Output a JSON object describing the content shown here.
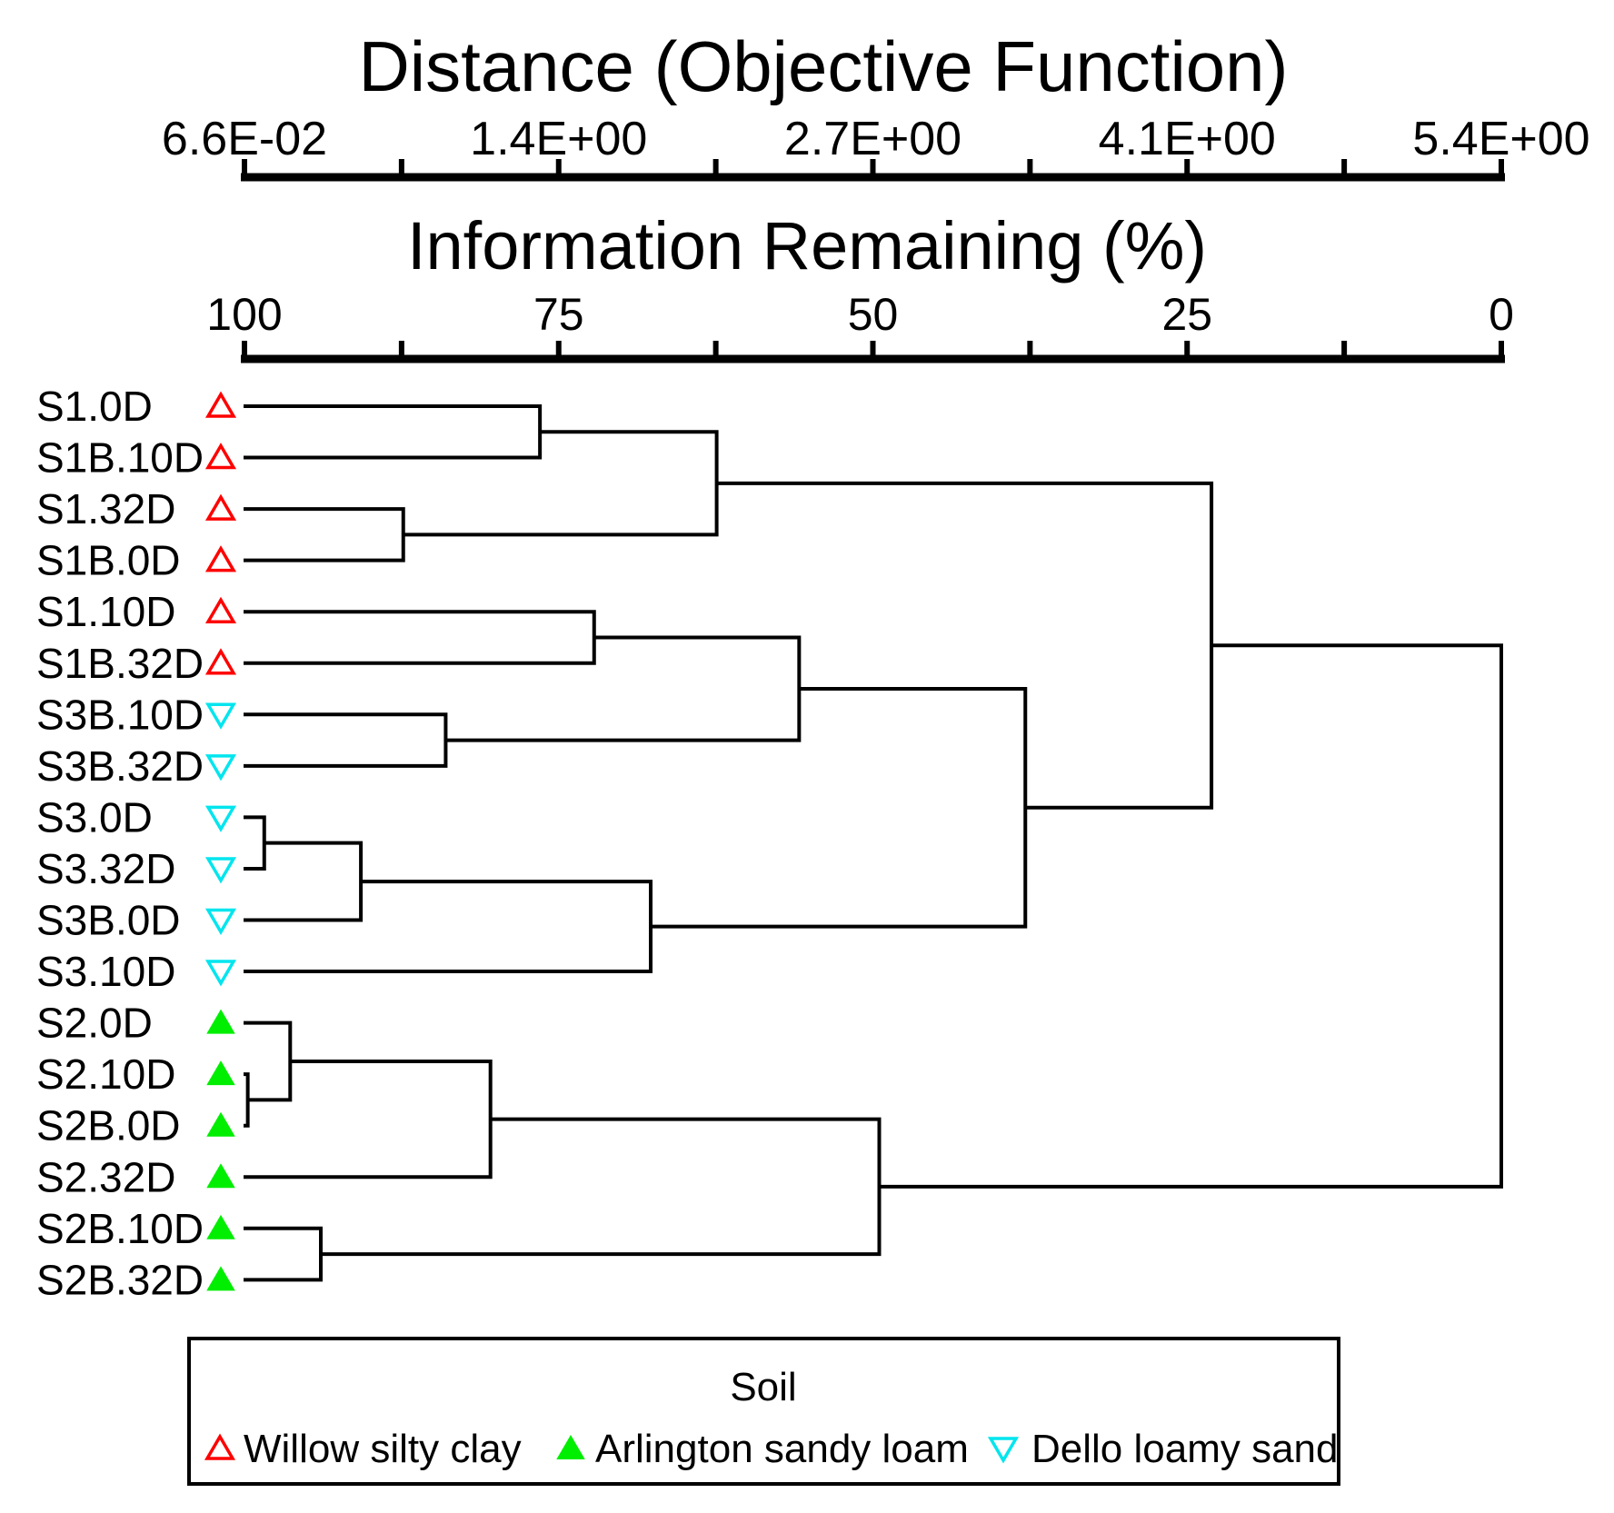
{
  "axes": {
    "distance": {
      "title": "Distance (Objective Function)",
      "tick_labels": [
        "6.6E-02",
        "1.4E+00",
        "2.7E+00",
        "4.1E+00",
        "5.4E+00"
      ],
      "min": 0.066,
      "max": 5.4,
      "num_ticks": 9
    },
    "information": {
      "title": "Information Remaining (%)",
      "tick_labels": [
        "100",
        "75",
        "50",
        "25",
        "0"
      ],
      "min": 100,
      "max": 0,
      "num_ticks": 9
    }
  },
  "legend": {
    "title": "Soil",
    "items": [
      {
        "label": "Willow silty clay",
        "soil": "Willow silty clay",
        "marker": "triangle-up-open",
        "color": "#ff0000"
      },
      {
        "label": "Arlington sandy loam",
        "soil": "Arlington sandy loam",
        "marker": "triangle-up-filled",
        "color": "#00ee00"
      },
      {
        "label": "Dello loamy sand",
        "soil": "Dello loamy sand",
        "marker": "triangle-down-open",
        "color": "#00e5ee"
      }
    ]
  },
  "chart_data": {
    "type": "dendrogram",
    "orientation": "horizontal",
    "link_color": "#000000",
    "distance_axis": {
      "min": 0.066,
      "max": 5.4
    },
    "information_axis": {
      "min": 100,
      "max": 0
    },
    "leaves": [
      {
        "label": "S1.0D",
        "soil": "Willow silty clay"
      },
      {
        "label": "S1B.10D",
        "soil": "Willow silty clay"
      },
      {
        "label": "S1.32D",
        "soil": "Willow silty clay"
      },
      {
        "label": "S1B.0D",
        "soil": "Willow silty clay"
      },
      {
        "label": "S1.10D",
        "soil": "Willow silty clay"
      },
      {
        "label": "S1B.32D",
        "soil": "Willow silty clay"
      },
      {
        "label": "S3B.10D",
        "soil": "Dello loamy sand"
      },
      {
        "label": "S3B.32D",
        "soil": "Dello loamy sand"
      },
      {
        "label": "S3.0D",
        "soil": "Dello loamy sand"
      },
      {
        "label": "S3.32D",
        "soil": "Dello loamy sand"
      },
      {
        "label": "S3B.0D",
        "soil": "Dello loamy sand"
      },
      {
        "label": "S3.10D",
        "soil": "Dello loamy sand"
      },
      {
        "label": "S2.0D",
        "soil": "Arlington sandy loam"
      },
      {
        "label": "S2.10D",
        "soil": "Arlington sandy loam"
      },
      {
        "label": "S2B.0D",
        "soil": "Arlington sandy loam"
      },
      {
        "label": "S2.32D",
        "soil": "Arlington sandy loam"
      },
      {
        "label": "S2B.10D",
        "soil": "Arlington sandy loam"
      },
      {
        "label": "S2B.32D",
        "soil": "Arlington sandy loam"
      }
    ],
    "merges": [
      {
        "id": "M1",
        "children": [
          "S2.10D",
          "S2B.0D"
        ],
        "distance": 0.08,
        "info_remaining_pct": 99.8
      },
      {
        "id": "M2",
        "children": [
          "S3.0D",
          "S3.32D"
        ],
        "distance": 0.15,
        "info_remaining_pct": 98.5
      },
      {
        "id": "M3",
        "children": [
          "S2.0D",
          "M1"
        ],
        "distance": 0.26,
        "info_remaining_pct": 96.5
      },
      {
        "id": "M4",
        "children": [
          "S2B.10D",
          "S2B.32D"
        ],
        "distance": 0.39,
        "info_remaining_pct": 93.9
      },
      {
        "id": "M5",
        "children": [
          "M2",
          "S3B.0D"
        ],
        "distance": 0.56,
        "info_remaining_pct": 90.7
      },
      {
        "id": "M6",
        "children": [
          "S1.32D",
          "S1B.0D"
        ],
        "distance": 0.74,
        "info_remaining_pct": 87.3
      },
      {
        "id": "M7",
        "children": [
          "S3B.10D",
          "S3B.32D"
        ],
        "distance": 0.92,
        "info_remaining_pct": 84.0
      },
      {
        "id": "M8",
        "children": [
          "M3",
          "S2.32D"
        ],
        "distance": 1.11,
        "info_remaining_pct": 80.4
      },
      {
        "id": "M9",
        "children": [
          "S1.0D",
          "S1B.10D"
        ],
        "distance": 1.32,
        "info_remaining_pct": 76.4
      },
      {
        "id": "M10",
        "children": [
          "S1.10D",
          "S1B.32D"
        ],
        "distance": 1.55,
        "info_remaining_pct": 72.2
      },
      {
        "id": "M11",
        "children": [
          "M5",
          "S3.10D"
        ],
        "distance": 1.79,
        "info_remaining_pct": 67.7
      },
      {
        "id": "M12",
        "children": [
          "M9",
          "M6"
        ],
        "distance": 2.07,
        "info_remaining_pct": 62.5
      },
      {
        "id": "M13",
        "children": [
          "M10",
          "M7"
        ],
        "distance": 2.42,
        "info_remaining_pct": 56.0
      },
      {
        "id": "M14",
        "children": [
          "M8",
          "M4"
        ],
        "distance": 2.76,
        "info_remaining_pct": 49.5
      },
      {
        "id": "M15",
        "children": [
          "M13",
          "M11"
        ],
        "distance": 3.38,
        "info_remaining_pct": 38.0
      },
      {
        "id": "M16",
        "children": [
          "M12",
          "M15"
        ],
        "distance": 4.17,
        "info_remaining_pct": 23.1
      },
      {
        "id": "M17",
        "children": [
          "M16",
          "M14"
        ],
        "distance": 5.4,
        "info_remaining_pct": 0.0
      }
    ]
  }
}
